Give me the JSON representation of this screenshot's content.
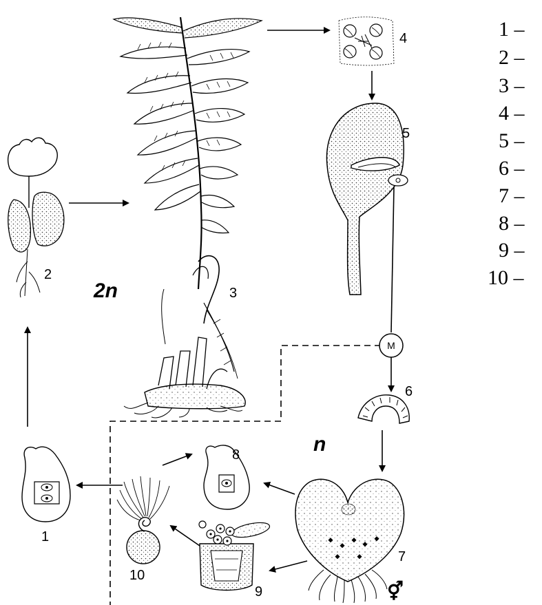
{
  "ploidy": {
    "diploid": "2n",
    "haploid": "n"
  },
  "stage_numbers": [
    "1",
    "2",
    "3",
    "4",
    "5",
    "6",
    "7",
    "8",
    "9",
    "10"
  ],
  "meiosis_symbol": "M",
  "sex_symbol": "⚥",
  "legend": {
    "items": [
      "1 –",
      "2 –",
      "3 –",
      "4 –",
      "5 –",
      "6 –",
      "7 –",
      "8 –",
      "9 –",
      "10 –"
    ]
  }
}
